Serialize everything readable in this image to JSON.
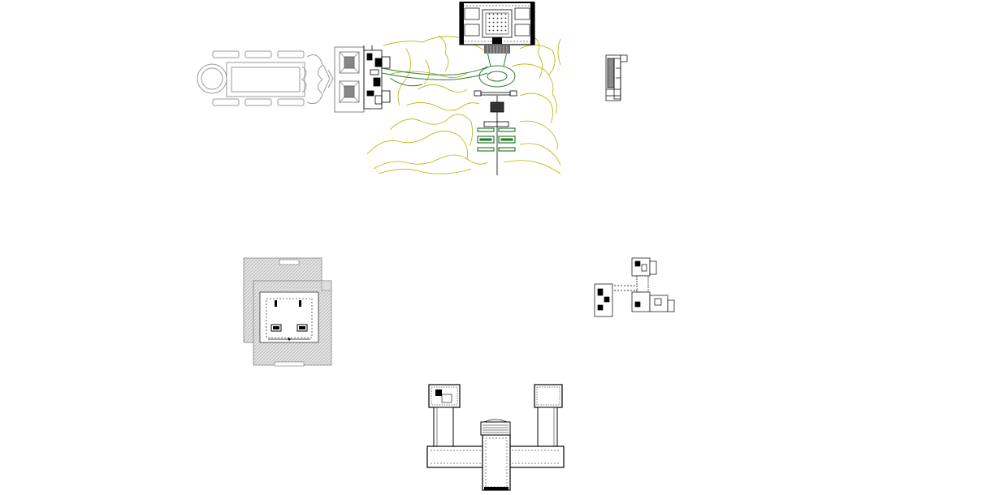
{
  "drawing": {
    "background": "#ffffff",
    "colors": {
      "linework": "#000000",
      "light_linework": "#9a9a9a",
      "contour_yellow": "#b4b400",
      "contour_green": "#2e7d32",
      "hatch_gray": "#c8c8c8",
      "dark_fill": "#7a7a7a"
    },
    "sheets": [
      {
        "id": "ornamental-parterre-plan"
      },
      {
        "id": "villa-block-plan"
      },
      {
        "id": "site-plan-with-contours"
      },
      {
        "id": "courtyard-building-plan"
      },
      {
        "id": "small-elevation-detail"
      },
      {
        "id": "hatched-hall-plan"
      },
      {
        "id": "wing-cluster-plan"
      },
      {
        "id": "u-shaped-building-plan"
      }
    ]
  }
}
